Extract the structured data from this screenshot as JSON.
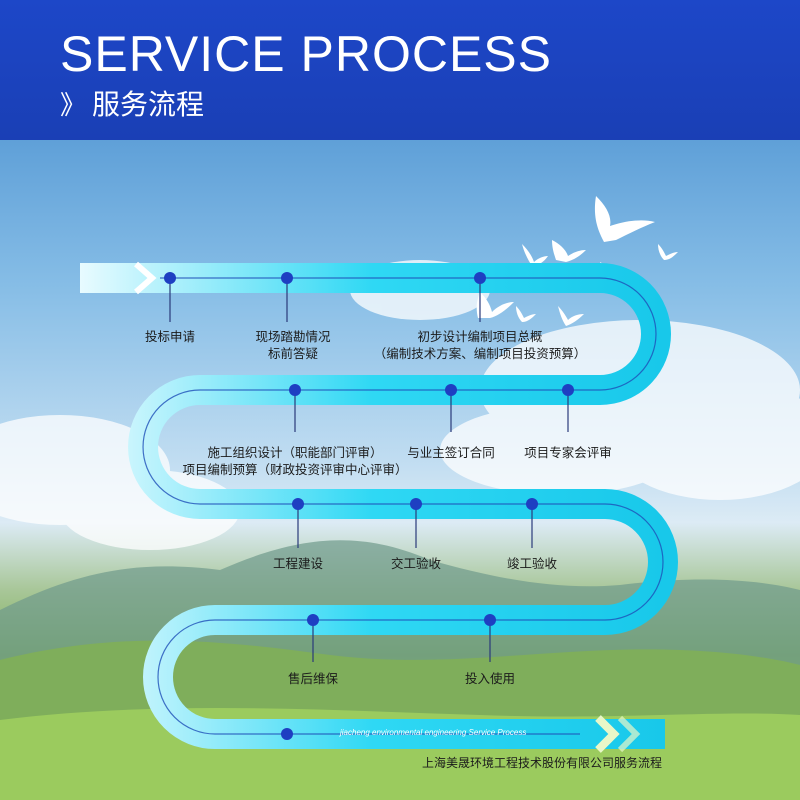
{
  "header": {
    "title_en": "SERVICE PROCESS",
    "title_cn_chevron": "》",
    "title_cn": "服务流程"
  },
  "stages": {
    "s1": "投标申请",
    "s2_line1": "现场踏勘情况",
    "s2_line2": "标前答疑",
    "s3_line1": "初步设计编制项目总概",
    "s3_line2": "（编制技术方案、编制项目投资预算）",
    "s4": "项目专家会评审",
    "s5": "与业主签订合同",
    "s6_line1": "施工组织设计（职能部门评审）",
    "s6_line2": "项目编制预算（财政投资评审中心评审）",
    "s7": "工程建设",
    "s8": "交工验收",
    "s9": "竣工验收",
    "s10": "投入使用",
    "s11": "售后维保"
  },
  "path_caption": "jiacheng environmental engineering Service Process",
  "company": "上海美晟环境工程技术股份有限公司服务流程",
  "colors": {
    "header_blue": "#1d47c8",
    "path_cyan": "#2fd8f4",
    "node_blue": "#1e3fc2"
  }
}
